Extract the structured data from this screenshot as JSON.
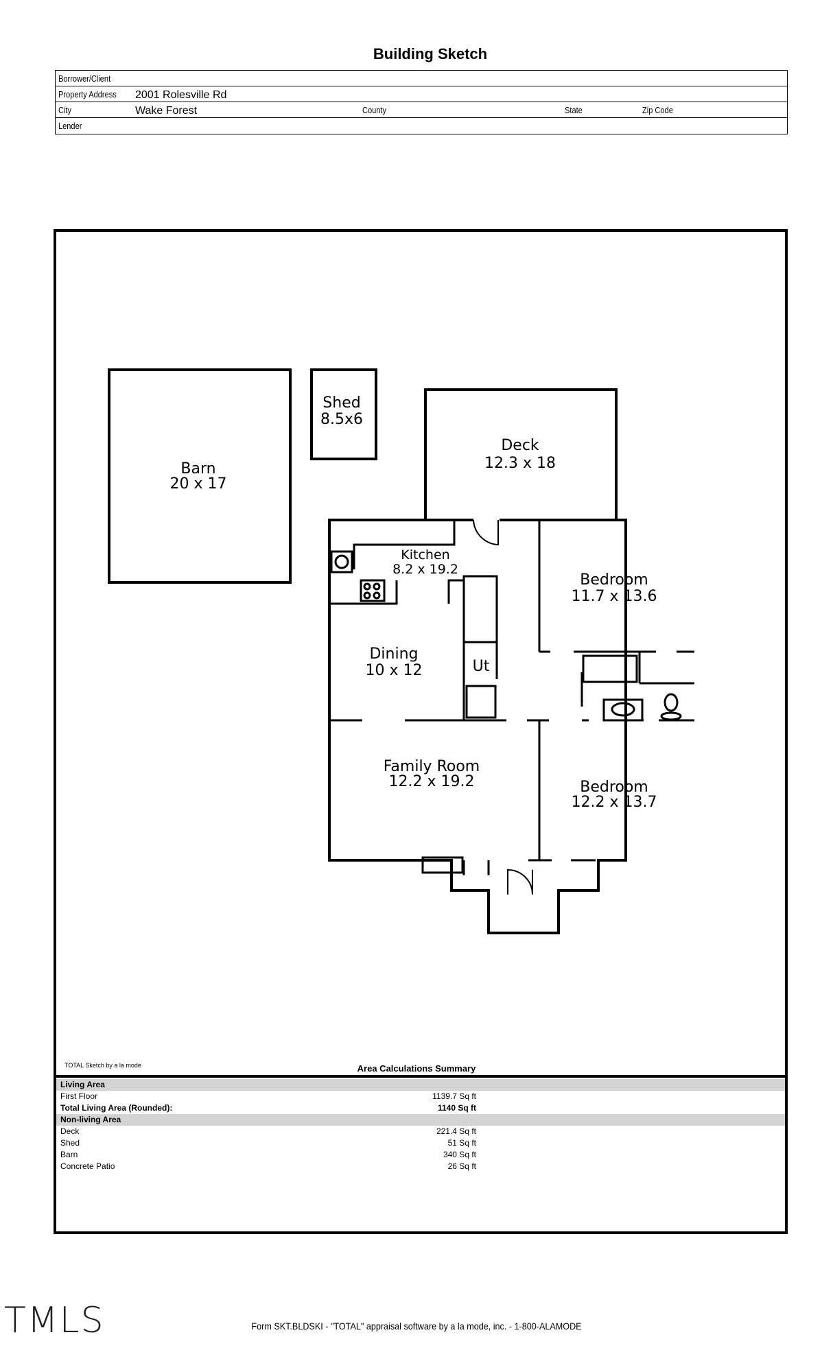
{
  "header": {
    "title": "Building Sketch"
  },
  "info": {
    "borrower_label": "Borrower/Client",
    "borrower_value": "",
    "address_label": "Property Address",
    "address_value": "2001 Rolesville Rd",
    "city_label": "City",
    "city_value": "Wake Forest",
    "county_label": "County",
    "county_value": "",
    "state_label": "State",
    "state_value": "",
    "zip_label": "Zip Code",
    "zip_value": "",
    "lender_label": "Lender",
    "lender_value": ""
  },
  "rooms": {
    "barn": {
      "name": "Barn",
      "dims": "20 x 17"
    },
    "shed": {
      "name": "Shed",
      "dims": "8.5x6"
    },
    "deck": {
      "name": "Deck",
      "dims": "12.3 x 18"
    },
    "kitchen": {
      "name": "Kitchen",
      "dims": "8.2 x 19.2"
    },
    "bedroom1": {
      "name": "Bedroom",
      "dims": "11.7 x 13.6"
    },
    "dining": {
      "name": "Dining",
      "dims": "10 x 12"
    },
    "utility": {
      "name": "Ut"
    },
    "family": {
      "name": "Family Room",
      "dims": "12.2 x 19.2"
    },
    "bedroom2": {
      "name": "Bedroom",
      "dims": "12.2 x 13.7"
    }
  },
  "summary": {
    "credit": "TOTAL Sketch by a la mode",
    "title": "Area Calculations Summary",
    "living_head": "Living Area",
    "first_floor_label": "First Floor",
    "first_floor_value": "1139.7 Sq ft",
    "total_label": "Total Living Area (Rounded):",
    "total_value": "1140 Sq ft",
    "nonliving_head": "Non-living Area",
    "deck_label": "Deck",
    "deck_value": "221.4 Sq ft",
    "shed_label": "Shed",
    "shed_value": "51 Sq ft",
    "barn_label": "Barn",
    "barn_value": "340 Sq ft",
    "patio_label": "Concrete Patio",
    "patio_value": "26 Sq ft"
  },
  "footer": {
    "logo": "TMLS",
    "text": "Form SKT.BLDSKI - \"TOTAL\" appraisal software by a la mode, inc. - 1-800-ALAMODE"
  }
}
